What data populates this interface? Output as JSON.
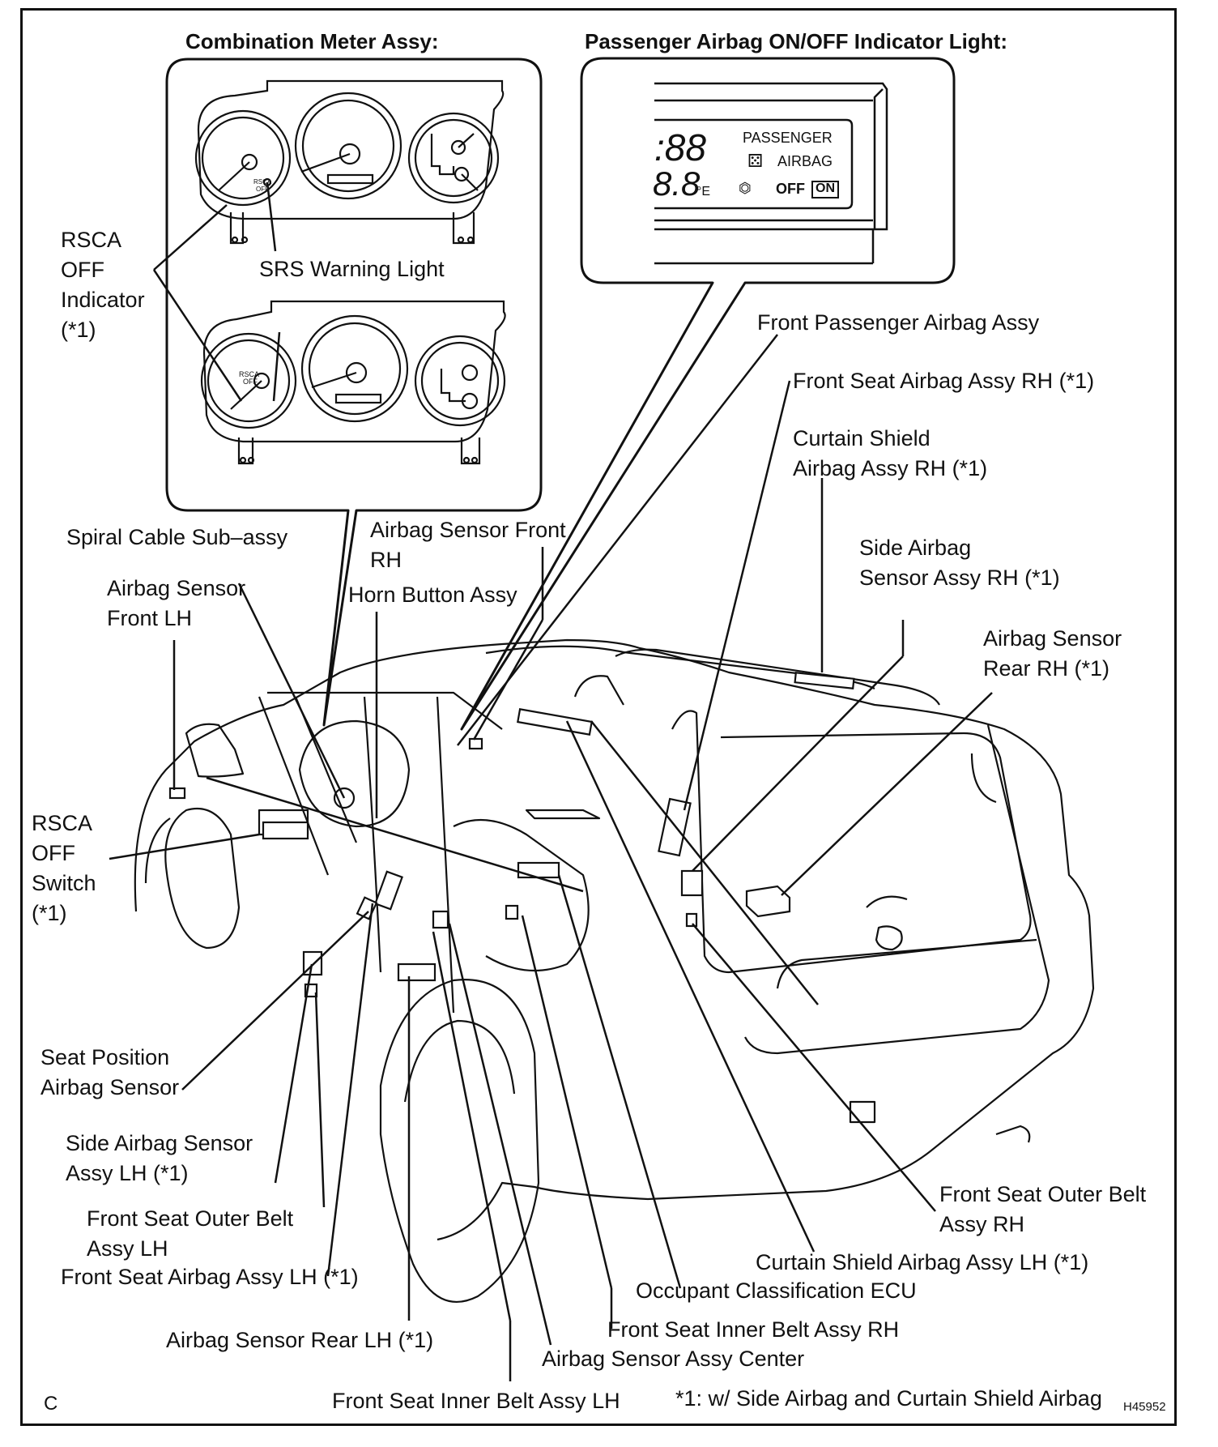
{
  "headers": {
    "combination_meter": "Combination Meter Assy:",
    "passenger_indicator": "Passenger Airbag ON/OFF Indicator Light:"
  },
  "indicator_display": {
    "digits_top": ":88",
    "digits_bottom": "8.8",
    "unit": "°E",
    "passenger": "PASSENGER",
    "airbag": "AIRBAG",
    "off": "OFF",
    "on": "ON"
  },
  "meter_text": {
    "rsca_small": "RSCA",
    "off_small": "OFF"
  },
  "labels": {
    "rsca_off_indicator": [
      "RSCA",
      "OFF",
      "Indicator",
      "(*1)"
    ],
    "srs_warning_light": "SRS Warning Light",
    "front_passenger_airbag": "Front Passenger Airbag Assy",
    "front_seat_airbag_rh": "Front Seat Airbag Assy RH (*1)",
    "curtain_shield_rh": [
      "Curtain Shield",
      "Airbag Assy RH (*1)"
    ],
    "side_airbag_sensor_rh": [
      "Side Airbag",
      "Sensor Assy RH (*1)"
    ],
    "airbag_sensor_rear_rh": [
      "Airbag Sensor",
      "Rear RH (*1)"
    ],
    "spiral_cable": "Spiral Cable Sub–assy",
    "airbag_sensor_front_rh": [
      "Airbag Sensor Front",
      "RH"
    ],
    "horn_button": "Horn Button Assy",
    "airbag_sensor_front_lh": [
      "Airbag Sensor",
      "Front LH"
    ],
    "rsca_off_switch": [
      "RSCA",
      "OFF",
      "Switch",
      "(*1)"
    ],
    "seat_position_sensor": [
      "Seat Position",
      "Airbag Sensor"
    ],
    "side_airbag_sensor_lh": [
      "Side Airbag Sensor",
      "Assy LH (*1)"
    ],
    "front_seat_outer_belt_lh": [
      "Front Seat Outer Belt",
      "Assy LH"
    ],
    "front_seat_airbag_lh": "Front Seat Airbag Assy LH (*1)",
    "airbag_sensor_rear_lh": "Airbag Sensor Rear LH (*1)",
    "front_seat_inner_belt_lh": "Front Seat Inner Belt Assy LH",
    "airbag_sensor_center": "Airbag Sensor Assy Center",
    "front_seat_inner_belt_rh": "Front Seat Inner Belt Assy RH",
    "occupant_classification_ecu": "Occupant Classification ECU",
    "curtain_shield_lh": "Curtain Shield Airbag Assy LH (*1)",
    "front_seat_outer_belt_rh": [
      "Front Seat Outer Belt",
      "Assy RH"
    ]
  },
  "footer": {
    "corner_letter": "C",
    "note": "*1: w/ Side Airbag and Curtain Shield Airbag",
    "figure_code": "H45952"
  }
}
